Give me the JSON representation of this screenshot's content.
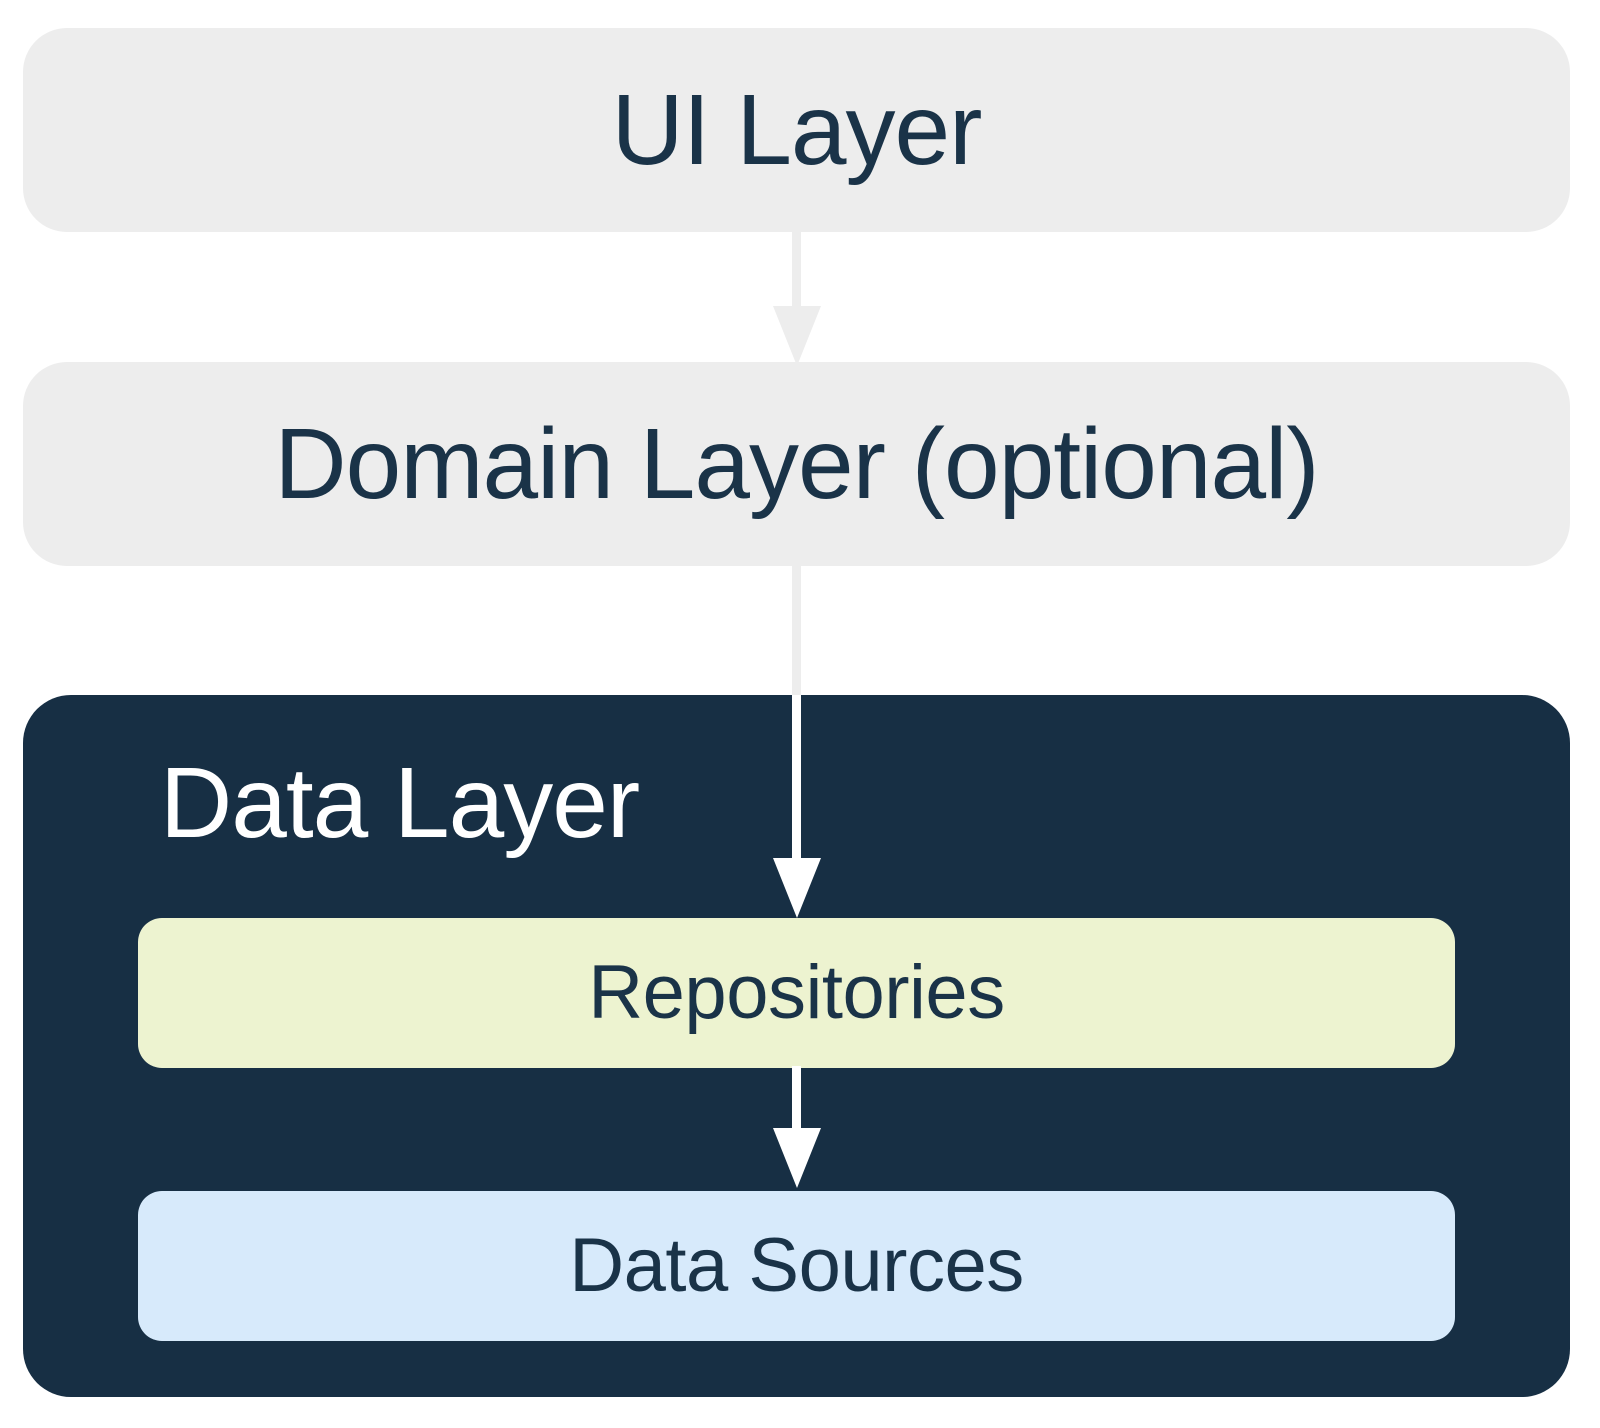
{
  "diagram": {
    "nodes": {
      "ui_layer": {
        "label": "UI Layer"
      },
      "domain_layer": {
        "label": "Domain Layer (optional)"
      },
      "data_layer": {
        "label": "Data Layer"
      },
      "repositories": {
        "label": "Repositories"
      },
      "data_sources": {
        "label": "Data Sources"
      }
    },
    "edges": [
      {
        "from": "UI Layer",
        "to": "Domain Layer (optional)"
      },
      {
        "from": "Domain Layer (optional)",
        "to": "Repositories"
      },
      {
        "from": "Repositories",
        "to": "Data Sources"
      }
    ]
  },
  "colors": {
    "canvas": "#ffffff",
    "layer-box": "#ededed",
    "data-layer-box": "#172f44",
    "repositories-box": "#edf3d0",
    "data-sources-box": "#d7eafb",
    "text-dark": "#1a3348",
    "text-light": "#ffffff",
    "arrow-gray": "#ededed",
    "arrow-white": "#ffffff"
  }
}
